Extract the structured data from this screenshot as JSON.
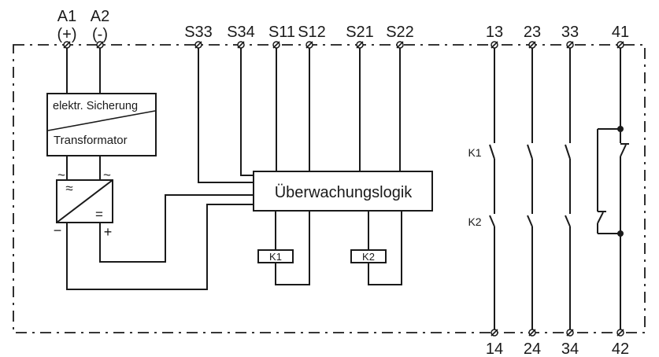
{
  "diagram": {
    "kind": "safety-relay wiring schematic",
    "colors": {
      "line": "#1a1a1a",
      "background": "#ffffff"
    },
    "terminals_top": [
      {
        "label": "A1",
        "sub": "(+)"
      },
      {
        "label": "A2",
        "sub": "(-)"
      },
      {
        "label": "S33"
      },
      {
        "label": "S34"
      },
      {
        "label": "S11"
      },
      {
        "label": "S12"
      },
      {
        "label": "S21"
      },
      {
        "label": "S22"
      },
      {
        "label": "13"
      },
      {
        "label": "23"
      },
      {
        "label": "33"
      },
      {
        "label": "41"
      }
    ],
    "terminals_bottom": [
      {
        "label": "14"
      },
      {
        "label": "24"
      },
      {
        "label": "34"
      },
      {
        "label": "42"
      }
    ],
    "power_supply": {
      "line1": "elektr. Sicherung",
      "line2": "Transformator"
    },
    "rectifier": {
      "tilde_left": "~",
      "tilde_right": "~",
      "ac": "≈",
      "dc": "=",
      "minus": "−",
      "plus": "+"
    },
    "logic": {
      "label": "Überwachungslogik"
    },
    "coils": [
      {
        "label": "K1"
      },
      {
        "label": "K2"
      }
    ],
    "contact_rows": [
      {
        "label": "K1"
      },
      {
        "label": "K2"
      }
    ]
  }
}
